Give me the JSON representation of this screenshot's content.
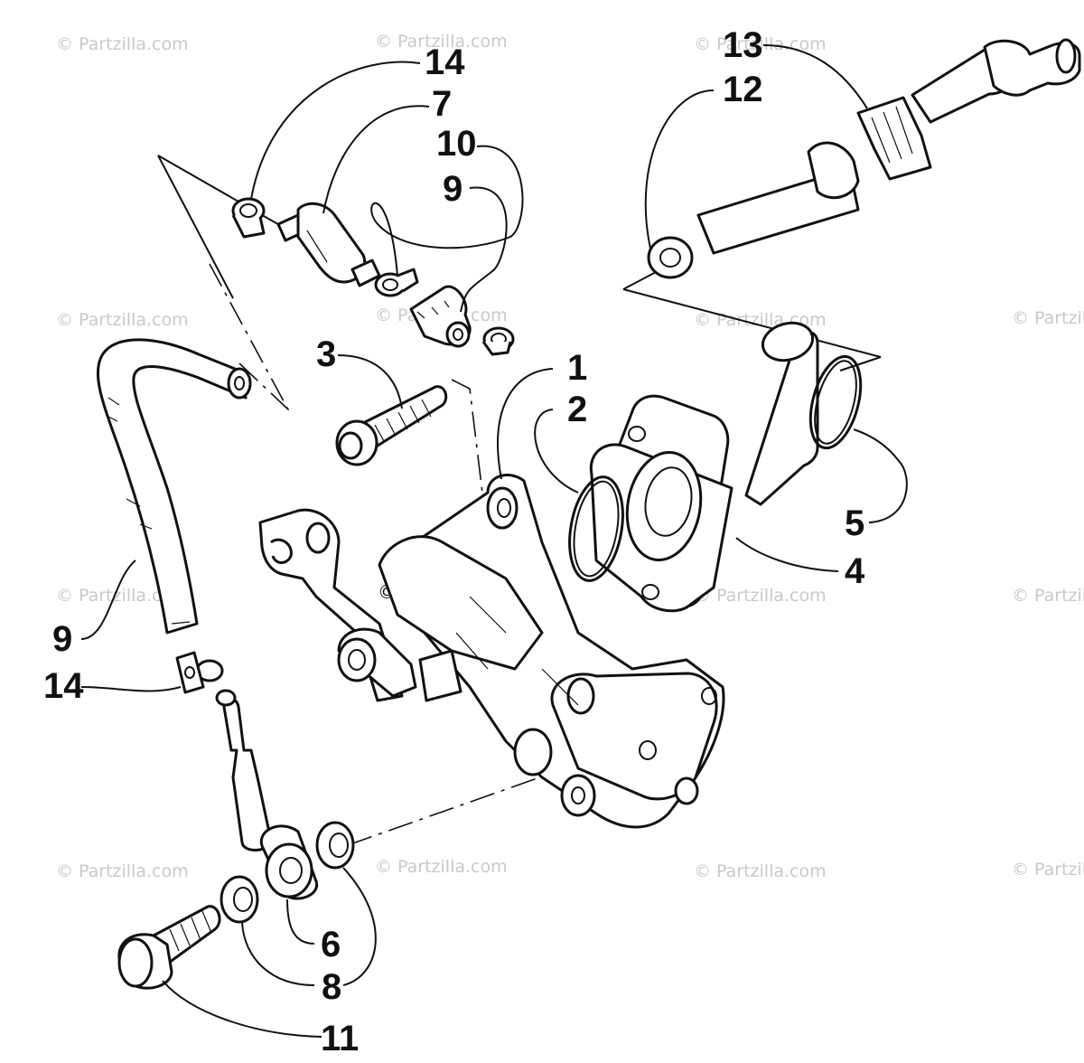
{
  "watermark": "© Partzilla.com",
  "callouts": {
    "c14_top": "14",
    "c7": "7",
    "c10": "10",
    "c9_top": "9",
    "c13": "13",
    "c12": "12",
    "c3": "3",
    "c1": "1",
    "c2": "2",
    "c5": "5",
    "c4": "4",
    "c9_left": "9",
    "c14_left": "14",
    "c6": "6",
    "c8": "8",
    "c11": "11"
  }
}
